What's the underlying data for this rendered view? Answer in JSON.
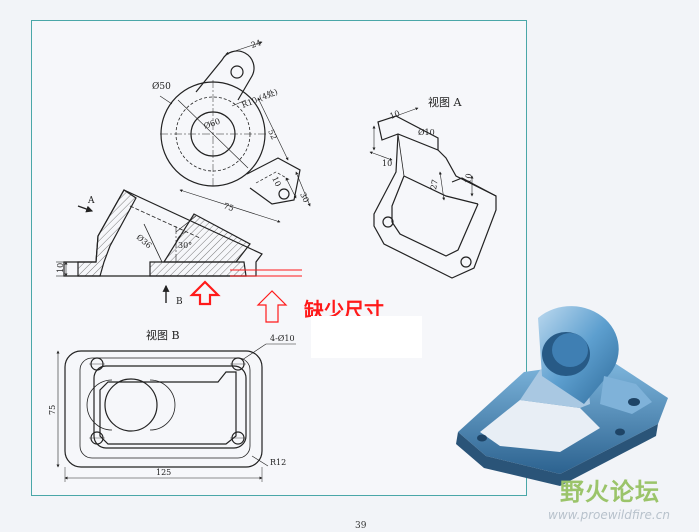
{
  "views": {
    "view_a_title": "视图 A",
    "view_b_title": "视图 B"
  },
  "arrows": {
    "a_label": "A",
    "b_label": "B"
  },
  "dimensions": {
    "top": {
      "d50": "Ø50",
      "d60": "Ø60",
      "w24": "24",
      "r10": "R10 (4处)",
      "d52": "52",
      "d10": "10",
      "d75": "75",
      "d30": "30"
    },
    "section": {
      "d36": "Ø36",
      "ang30": "30°",
      "d10": "10"
    },
    "view_a": {
      "d10_dia": "Ø10",
      "d10_a": "10",
      "d10_b": "10",
      "d27": "27",
      "d10_c": "10"
    },
    "view_b": {
      "holes": "4-Ø10",
      "d75": "75",
      "d125": "125",
      "r12": "R12"
    }
  },
  "annotation": {
    "missing_dimension": "缺少尺寸"
  },
  "watermark": {
    "forum": "野火论坛",
    "url": "www.proewildfire.cn"
  },
  "page_number": "39",
  "colors": {
    "annotation_red": "#ff1a1a",
    "frame_teal": "#4aa7a8",
    "model_blue": "#4a8fc4",
    "watermark_green": "#9bc46a"
  }
}
